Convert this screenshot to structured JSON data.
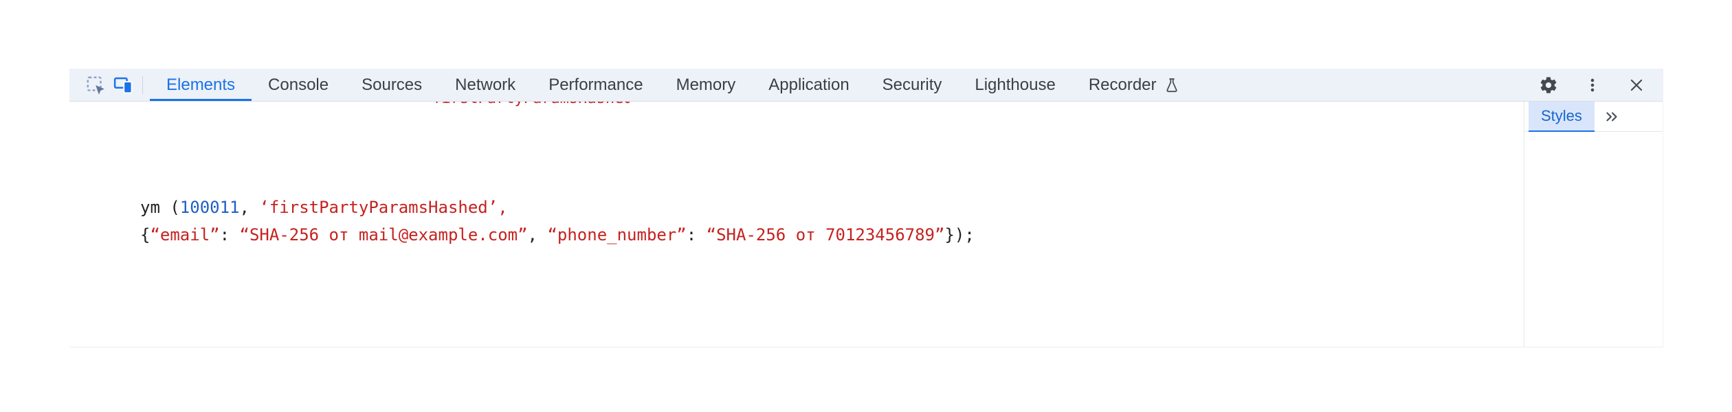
{
  "toolbar": {
    "tabs": [
      {
        "label": "Elements",
        "active": true
      },
      {
        "label": "Console",
        "active": false
      },
      {
        "label": "Sources",
        "active": false
      },
      {
        "label": "Network",
        "active": false
      },
      {
        "label": "Performance",
        "active": false
      },
      {
        "label": "Memory",
        "active": false
      },
      {
        "label": "Application",
        "active": false
      },
      {
        "label": "Security",
        "active": false
      },
      {
        "label": "Lighthouse",
        "active": false
      },
      {
        "label": "Recorder",
        "active": false,
        "badge_icon": "flask-icon"
      }
    ],
    "left_icons": [
      "inspect-icon",
      "device-toolbar-icon"
    ],
    "right_icons": [
      "gear-icon",
      "kebab-menu-icon",
      "close-icon"
    ]
  },
  "sidebar": {
    "tabs": [
      {
        "label": "Styles",
        "active": true
      }
    ],
    "overflow_icon": "chevron-double-right-icon"
  },
  "code": {
    "line1": {
      "t0": "ym (",
      "t1": "100011",
      "t2": ", ",
      "t3": "‘firstPartyParamsHashed’,"
    },
    "line2": {
      "t0": "{",
      "t1": "“email”",
      "t2": ": ",
      "t3": "“SHA-256 от mail@example.com”",
      "t4": ", ",
      "t5": "“phone_number”",
      "t6": ": ",
      "t7": "“SHA-256 от 70123456789”",
      "t8": "});"
    }
  },
  "clipped_fragment": {
    "text": "‘firstPartyParamsHashed’"
  },
  "colors": {
    "accent_blue": "#1a73e8",
    "string_red": "#c5221f",
    "number_blue": "#1f5fc4",
    "toolbar_bg": "#edf1f8",
    "styles_tab_bg": "#d9e5fb"
  }
}
